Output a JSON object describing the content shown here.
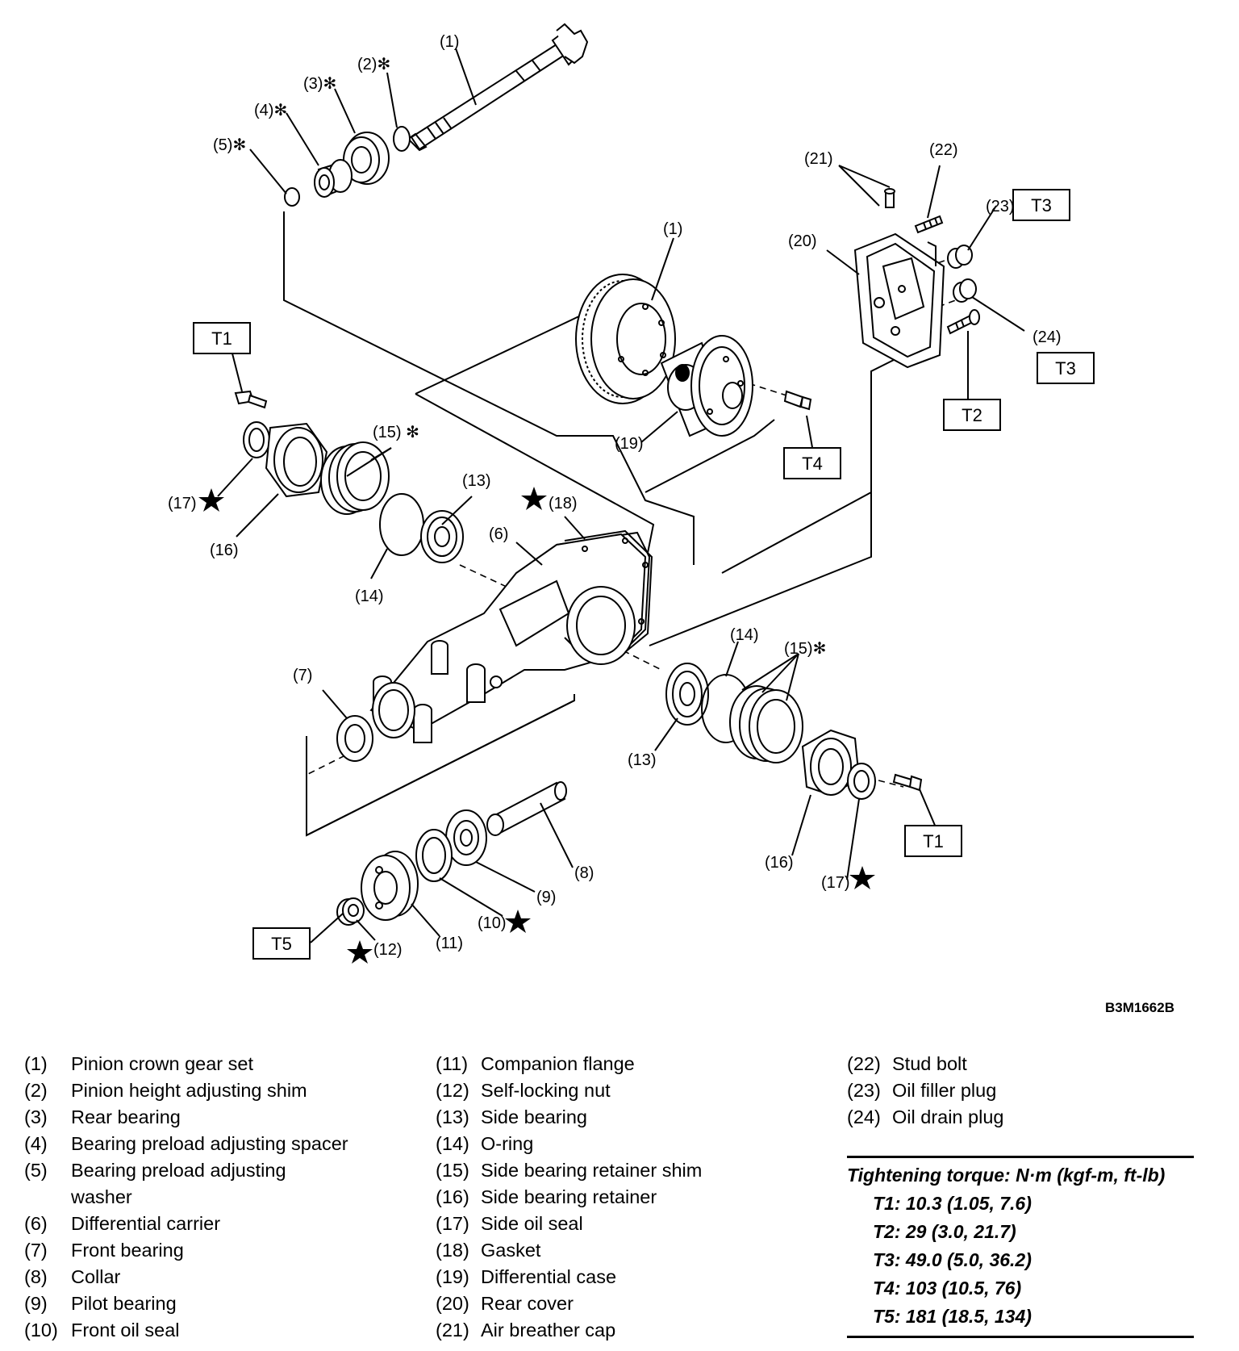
{
  "figure_code": "B3M1662B",
  "callouts": {
    "c1_top": "(1)",
    "c2": "(2)✻",
    "c3": "(3)✻",
    "c4": "(4)✻",
    "c5": "(5)✻",
    "c21": "(21)",
    "c22": "(22)",
    "c23": "(23)",
    "c20": "(20)",
    "c24": "(24)",
    "c1_mid": "(1)",
    "c19": "(19)",
    "c15_left": "(15) ✻",
    "c13_top": "(13)",
    "c18": "(18)",
    "c6": "(6)",
    "c17_left": "(17)",
    "c16_left": "(16)",
    "c14_left": "(14)",
    "c7": "(7)",
    "c14_right": "(14)",
    "c15_right": "(15)✻",
    "c13_bottom": "(13)",
    "c16_right": "(16)",
    "c17_right": "(17)",
    "c8": "(8)",
    "c9": "(9)",
    "c10": "(10)",
    "c11": "(11)",
    "c12": "(12)"
  },
  "torque_boxes": {
    "t1_left": "T1",
    "t1_right": "T1",
    "t2": "T2",
    "t3_top": "T3",
    "t3_bottom": "T3",
    "t4": "T4",
    "t5": "T5"
  },
  "legend": {
    "col1": [
      {
        "num": "(1)",
        "text": "Pinion crown gear set"
      },
      {
        "num": "(2)",
        "text": "Pinion height adjusting shim"
      },
      {
        "num": "(3)",
        "text": "Rear bearing"
      },
      {
        "num": "(4)",
        "text": "Bearing preload adjusting spacer"
      },
      {
        "num": "(5)",
        "text": "Bearing preload adjusting",
        "text2": "washer"
      },
      {
        "num": "(6)",
        "text": "Differential carrier"
      },
      {
        "num": "(7)",
        "text": "Front bearing"
      },
      {
        "num": "(8)",
        "text": "Collar"
      },
      {
        "num": "(9)",
        "text": "Pilot bearing"
      },
      {
        "num": "(10)",
        "text": "Front oil seal"
      }
    ],
    "col2": [
      {
        "num": "(11)",
        "text": "Companion flange"
      },
      {
        "num": "(12)",
        "text": "Self-locking nut"
      },
      {
        "num": "(13)",
        "text": "Side bearing"
      },
      {
        "num": "(14)",
        "text": "O-ring"
      },
      {
        "num": "(15)",
        "text": "Side bearing retainer shim"
      },
      {
        "num": "(16)",
        "text": "Side bearing retainer"
      },
      {
        "num": "(17)",
        "text": "Side oil seal"
      },
      {
        "num": "(18)",
        "text": "Gasket"
      },
      {
        "num": "(19)",
        "text": "Differential case"
      },
      {
        "num": "(20)",
        "text": "Rear cover"
      },
      {
        "num": "(21)",
        "text": "Air breather cap"
      }
    ],
    "col3": [
      {
        "num": "(22)",
        "text": "Stud bolt"
      },
      {
        "num": "(23)",
        "text": "Oil filler plug"
      },
      {
        "num": "(24)",
        "text": "Oil drain plug"
      }
    ]
  },
  "torque": {
    "heading": "Tightening torque: N·m (kgf-m, ft-lb)",
    "values": [
      "T1: 10.3 (1.05, 7.6)",
      "T2: 29 (3.0, 21.7)",
      "T3: 49.0 (5.0, 36.2)",
      "T4: 103 (10.5, 76)",
      "T5: 181 (18.5, 134)"
    ]
  }
}
